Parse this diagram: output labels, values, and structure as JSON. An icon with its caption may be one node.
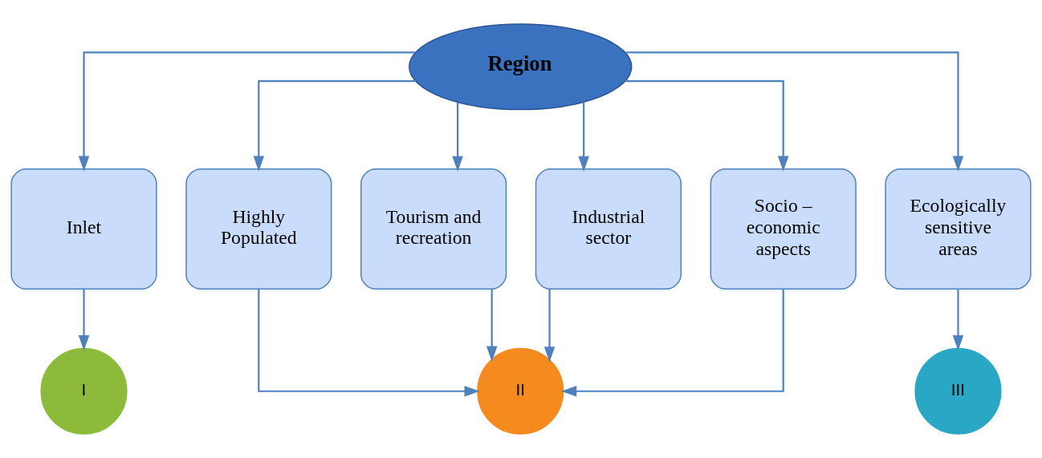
{
  "diagram": {
    "nodes": [
      {
        "text": [
          "Region"
        ]
      },
      {
        "text": [
          "Inlet"
        ]
      },
      {
        "text": [
          "Highly Populated"
        ]
      },
      {
        "text": [
          "Tourism and recreation"
        ]
      },
      {
        "text": [
          "Industrial sector"
        ]
      },
      {
        "text": [
          "Socio – economic aspects"
        ]
      },
      {
        "text": [
          "Ecologically sensitive areas"
        ]
      },
      {
        "text": [
          "I"
        ]
      },
      {
        "text": [
          "II"
        ]
      },
      {
        "text": [
          "III"
        ]
      }
    ],
    "edges": [
      {
        "from": 0,
        "to": 1,
        "arrow": "to"
      },
      {
        "from": 0,
        "to": 2,
        "arrow": "to"
      },
      {
        "from": 0,
        "to": 3,
        "arrow": "to"
      },
      {
        "from": 0,
        "to": 4,
        "arrow": "to"
      },
      {
        "from": 0,
        "to": 5,
        "arrow": "to"
      },
      {
        "from": 0,
        "to": 6,
        "arrow": "to"
      },
      {
        "from": 1,
        "to": 7,
        "arrow": "to"
      },
      {
        "from": 2,
        "to": 8,
        "arrow": "to"
      },
      {
        "from": 3,
        "to": 8,
        "arrow": "to"
      },
      {
        "from": 4,
        "to": 8,
        "arrow": "to"
      },
      {
        "from": 5,
        "to": 8,
        "arrow": "to"
      },
      {
        "from": 6,
        "to": 9,
        "arrow": "to"
      }
    ]
  }
}
